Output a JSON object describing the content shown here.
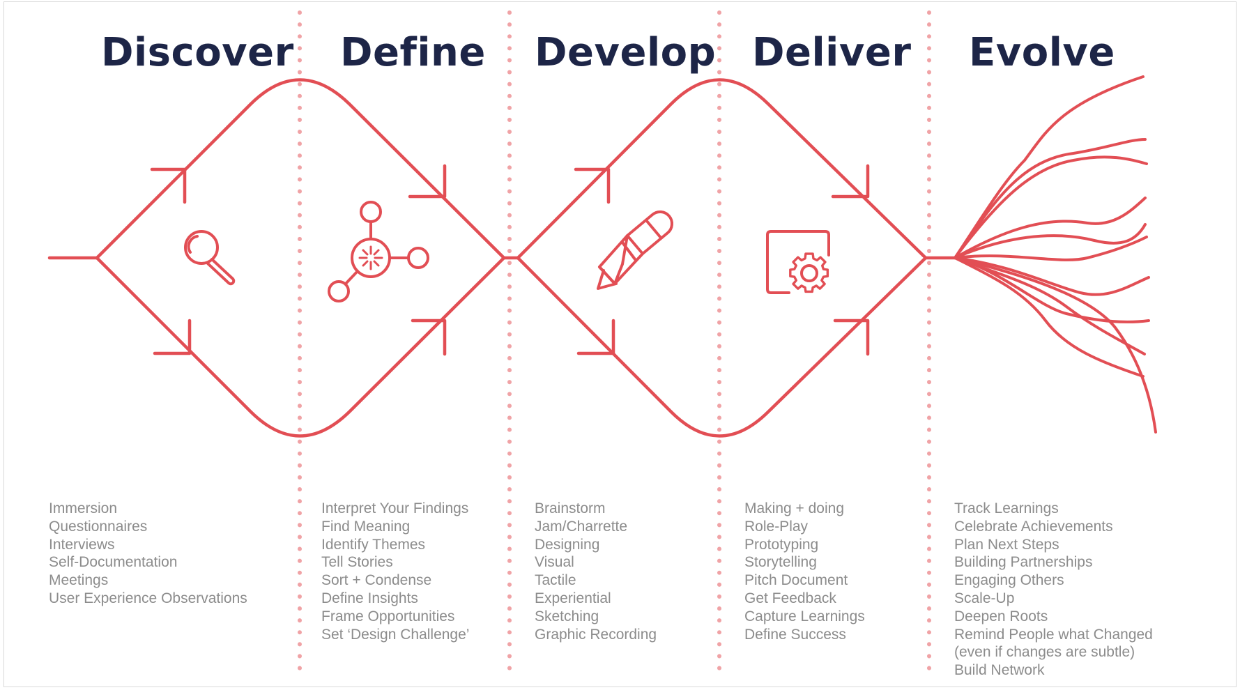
{
  "colors": {
    "accent": "#e24e54",
    "divider": "#f0a3a6",
    "title": "#1d2547",
    "list_text": "#8c8c8c"
  },
  "phases": [
    {
      "title": "Discover",
      "icon": "magnifier-icon",
      "items": [
        "Immersion",
        "Questionnaires",
        "Interviews",
        "Self-Documentation",
        "Meetings",
        "User Experience Observations"
      ]
    },
    {
      "title": "Define",
      "icon": "network-hub-icon",
      "items": [
        "Interpret Your Findings",
        "Find Meaning",
        "Identify Themes",
        "Tell Stories",
        "Sort + Condense",
        "Define Insights",
        "Frame Opportunities",
        "Set ‘Design Challenge’"
      ]
    },
    {
      "title": "Develop",
      "icon": "pencil-icon",
      "items": [
        "Brainstorm",
        "Jam/Charrette",
        "Designing",
        "Visual",
        "Tactile",
        "Experiential",
        "Sketching",
        "Graphic Recording"
      ]
    },
    {
      "title": "Deliver",
      "icon": "gear-window-icon",
      "items": [
        "Making + doing",
        "Role-Play",
        "Prototyping",
        "Storytelling",
        "Pitch Document",
        "Get Feedback",
        "Capture Learnings",
        "Define Success"
      ]
    },
    {
      "title": "Evolve",
      "icon": "branching-lines-icon",
      "items": [
        "Track Learnings",
        "Celebrate Achievements",
        "Plan Next Steps",
        "Building Partnerships",
        "Engaging Others",
        "Scale-Up",
        "Deepen Roots",
        "Remind People what Changed",
        "(even if changes are subtle)",
        "Build Network"
      ]
    }
  ]
}
